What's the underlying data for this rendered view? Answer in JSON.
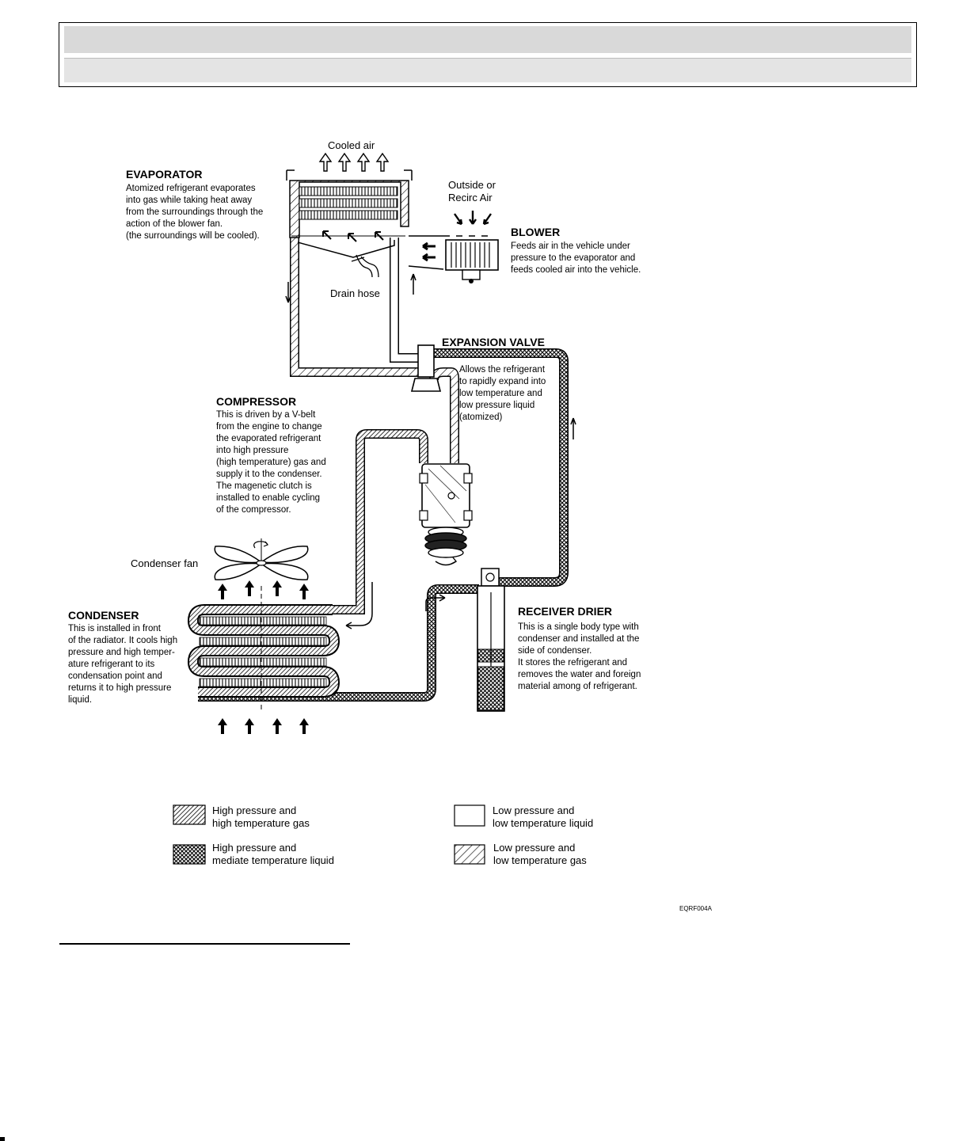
{
  "header": {
    "title": "",
    "subtitle": ""
  },
  "labels": {
    "cooled_air": "Cooled air",
    "outside_air": [
      "Outside or",
      "Recirc Air"
    ],
    "drain_hose": "Drain hose",
    "condenser_fan": "Condenser fan"
  },
  "components": {
    "evaporator": {
      "title": "EVAPORATOR",
      "lines": [
        "Atomized refrigerant evaporates",
        "into gas while taking heat away",
        "from the surroundings through the",
        "action of the blower fan.",
        "(the surroundings will be cooled)."
      ]
    },
    "blower": {
      "title": "BLOWER",
      "lines": [
        "Feeds air in the vehicle under",
        "pressure to the evaporator and",
        "feeds cooled air into the vehicle."
      ]
    },
    "expansion_valve": {
      "title": "EXPANSION VALVE",
      "lines": [
        "Allows the refrigerant",
        "to rapidly expand into",
        "low temperature and",
        "low pressure liquid",
        "(atomized)"
      ]
    },
    "compressor": {
      "title": "COMPRESSOR",
      "lines": [
        "This is driven by a V-belt",
        "from the engine to change",
        "the evaporated refrigerant",
        "into high pressure",
        "(high temperature) gas and",
        "supply it to the condenser.",
        "The magenetic clutch is",
        "installed to enable cycling",
        "of the compressor."
      ]
    },
    "condenser": {
      "title": "CONDENSER",
      "lines": [
        "This is installed in front",
        "of the radiator. It cools high",
        "pressure and high temper-",
        "ature refrigerant to its",
        "condensation point and",
        "returns it to high pressure",
        "liquid."
      ]
    },
    "receiver_drier": {
      "title": "RECEIVER DRIER",
      "lines": [
        "This is a single body type with",
        "condenser and installed at the",
        "side of condenser.",
        "It stores the refrigerant and",
        "removes the water and foreign",
        "material among of refrigerant."
      ]
    }
  },
  "legend": [
    {
      "pattern": "hatch-dense",
      "lines": [
        "High pressure and",
        "high temperature gas"
      ]
    },
    {
      "pattern": "cross",
      "lines": [
        "High pressure and",
        "mediate temperature liquid"
      ]
    },
    {
      "pattern": "blank",
      "lines": [
        "Low pressure and",
        "low temperature liquid"
      ]
    },
    {
      "pattern": "hatch-sparse",
      "lines": [
        "Low pressure and",
        "low temperature gas"
      ]
    }
  ],
  "figure_code": "EQRF004A"
}
